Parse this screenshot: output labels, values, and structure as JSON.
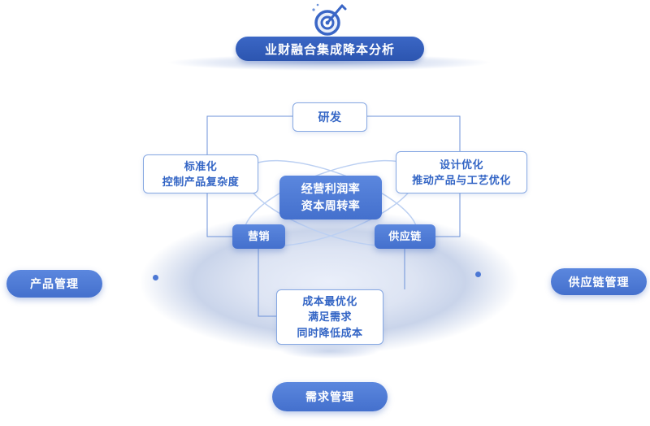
{
  "header": {
    "title": "业财融合集成降本分析"
  },
  "icons": {
    "target": "target-dart-icon"
  },
  "nodes": {
    "rd": "研发",
    "standardization": [
      "标准化",
      "控制产品复杂度"
    ],
    "design_optimization": [
      "设计优化",
      "推动产品与工艺优化"
    ],
    "center_metrics": [
      "经营利润率",
      "资本周转率"
    ],
    "marketing": "营销",
    "supply_chain": "供应链",
    "cost_optimization": [
      "成本最优化",
      "满足需求",
      "同时降低成本"
    ]
  },
  "pills": {
    "product_management": "产品管理",
    "supply_chain_management": "供应链管理",
    "demand_management": "需求管理"
  },
  "colors": {
    "banner": "#2e58b4",
    "node_fill": "#4a76d3",
    "node_border": "#85a7e2",
    "node_text": "#3365c5",
    "connector_line": "#6d92d8",
    "orbit_line": "#bcd0f2",
    "platform": "#d4ddef"
  }
}
